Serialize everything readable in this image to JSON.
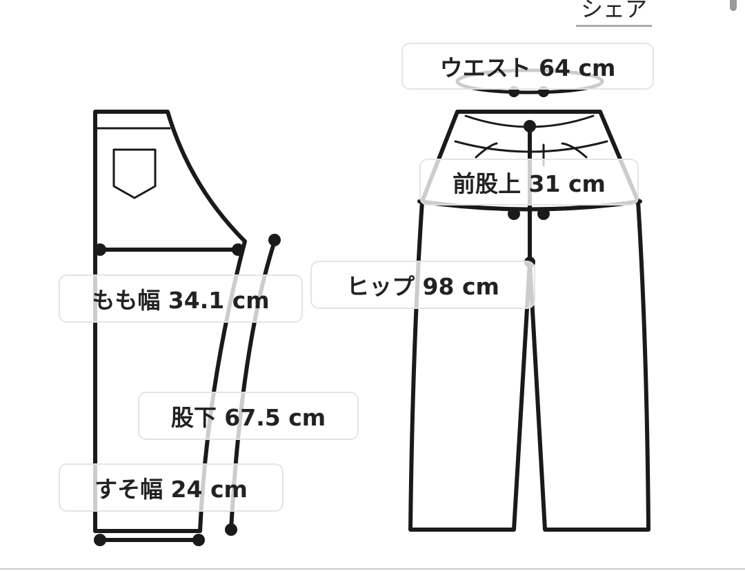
{
  "header": {
    "share_label": "シェア"
  },
  "diagram": {
    "labels": {
      "waist": "ウエスト 64 cm",
      "front_rise": "前股上 31 cm",
      "hip": "ヒップ 98 cm",
      "thigh": "もも幅 34.1 cm",
      "inseam": "股下 67.5 cm",
      "hem": "すそ幅 24 cm"
    }
  }
}
